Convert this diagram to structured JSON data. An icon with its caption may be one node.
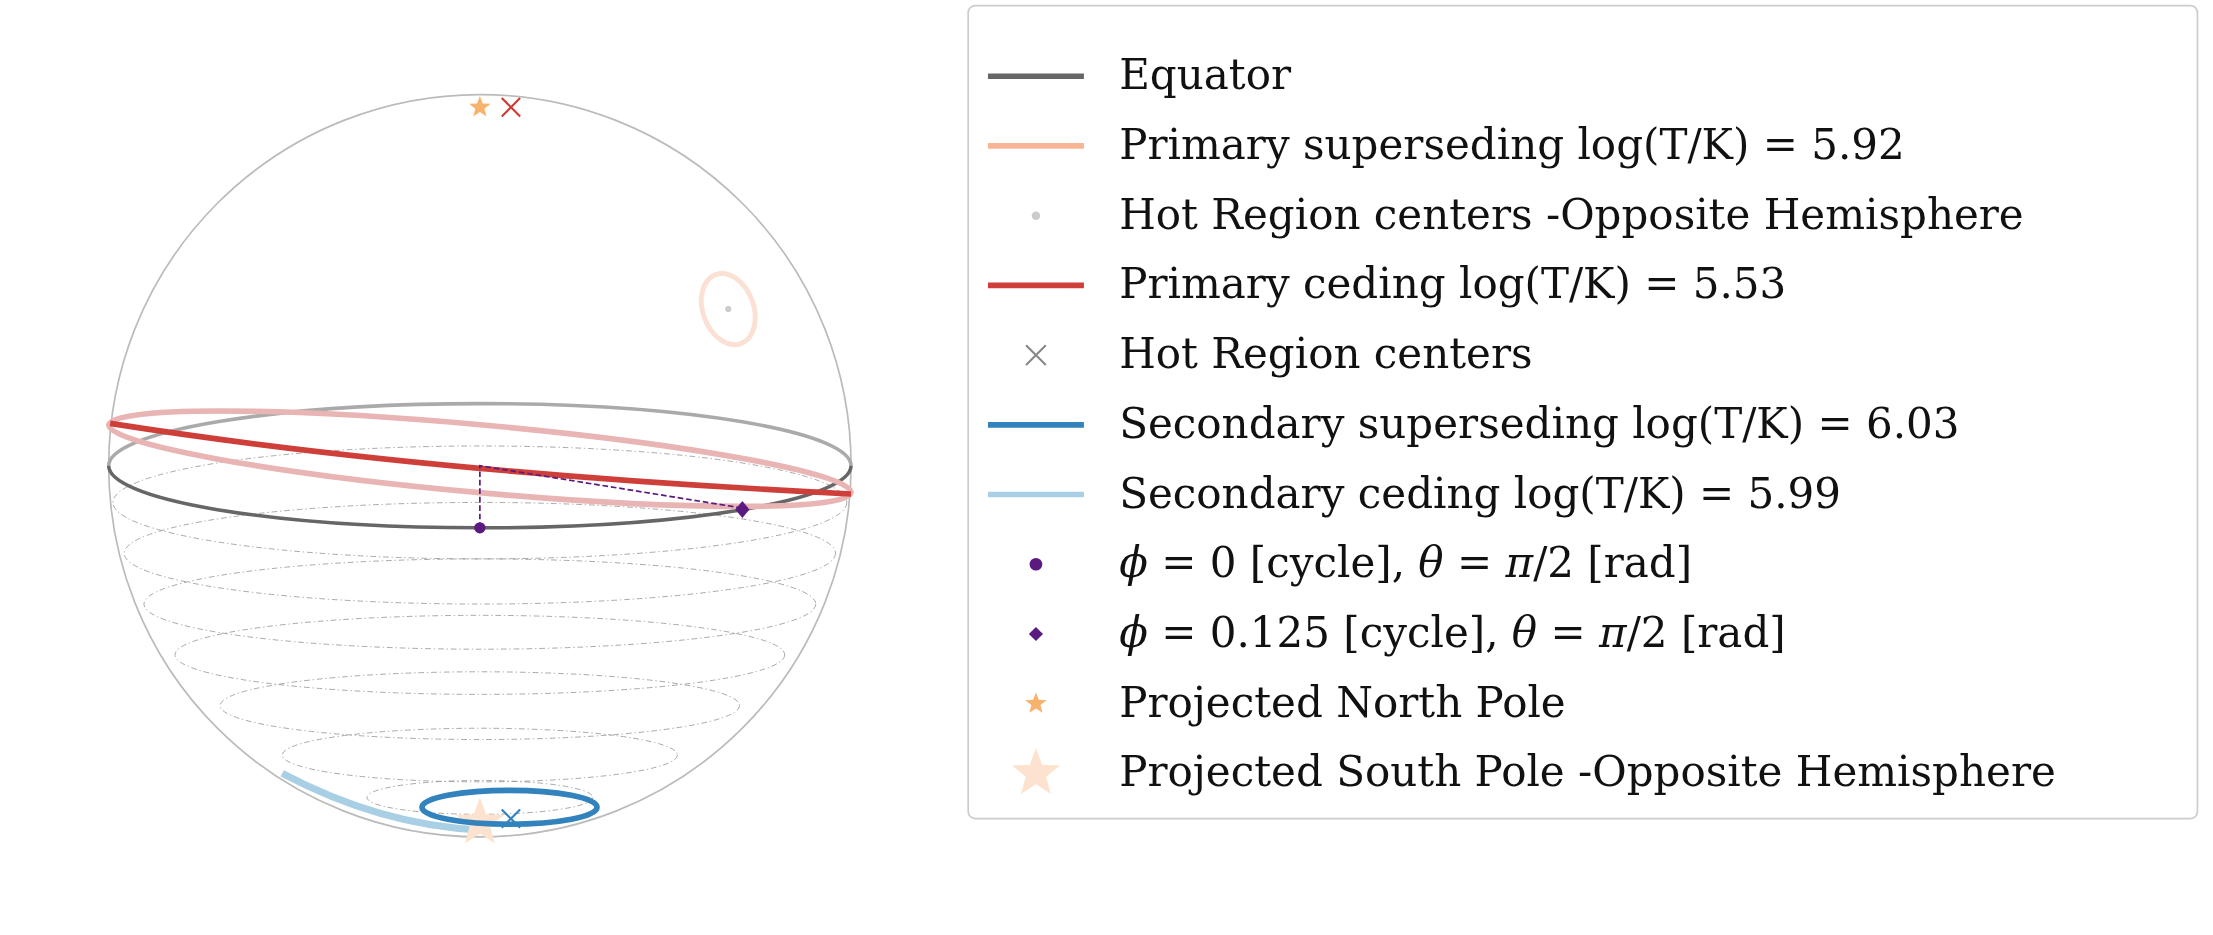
{
  "diagram": {
    "legend": [
      {
        "text": "Equator"
      },
      {
        "text": "Primary superseding log(T/K) = 5.92"
      },
      {
        "text": "Hot Region centers -Opposite Hemisphere"
      },
      {
        "text": "Primary ceding log(T/K) = 5.53"
      },
      {
        "text": "Hot Region centers"
      },
      {
        "text": "Secondary superseding log(T/K) = 6.03"
      },
      {
        "text": "Secondary ceding log(T/K) = 5.99"
      },
      {
        "text": "*ϕ* = 0 [cycle], *θ* = *π*/2 [rad]"
      },
      {
        "text": "*ϕ* = 0.125 [cycle], *θ* = *π*/2 [rad]"
      },
      {
        "text": "Projected North Pole"
      },
      {
        "text": "Projected South Pole  -Opposite Hemisphere"
      }
    ]
  }
}
